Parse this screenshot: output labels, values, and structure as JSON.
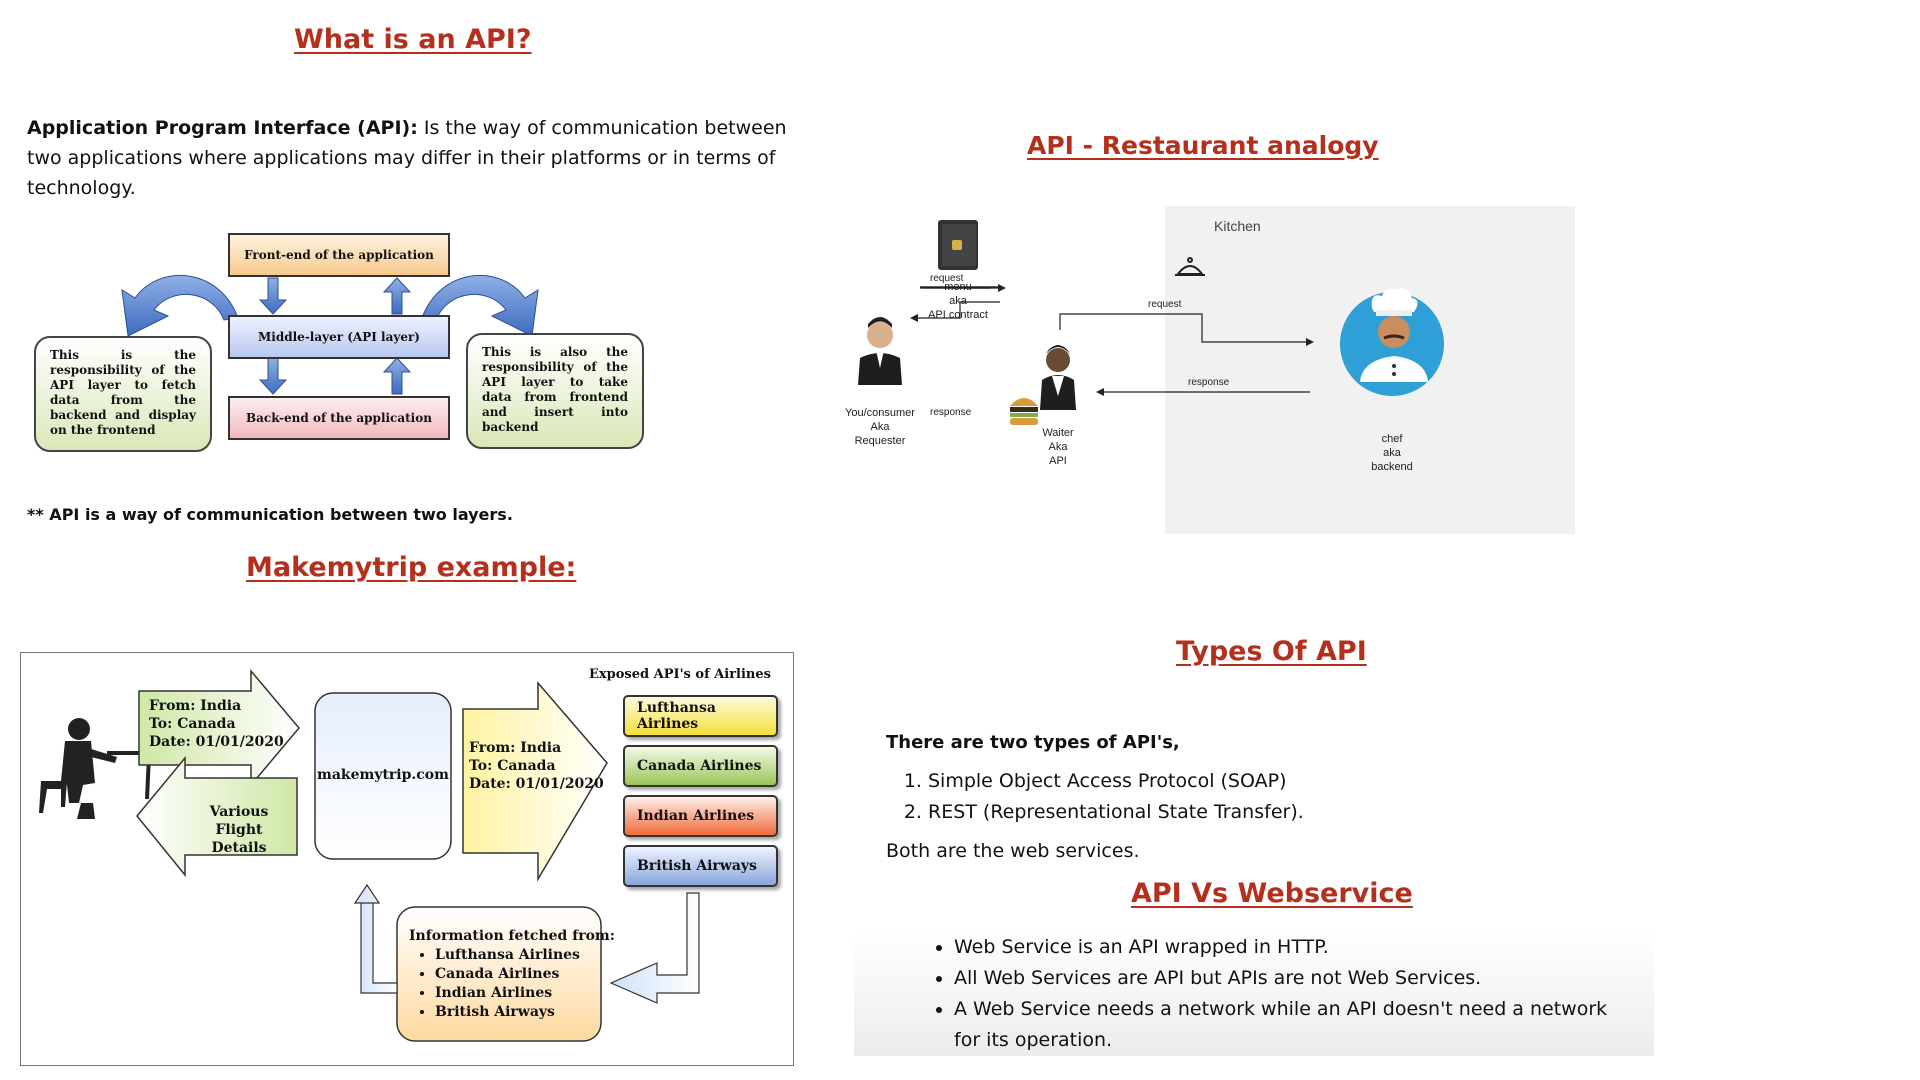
{
  "section1": {
    "title": "What is an API?",
    "def_bold": "Application Program Interface (API):",
    "def_rest": " Is the way of communication between two applications where applications may differ in their platforms or in terms of technology.",
    "front_box": "Front-end of the application",
    "middle_box": "Middle-layer (API layer)",
    "back_box": "Back-end of the application",
    "left_note": "This is the responsibility of the API layer to fetch data from the backend and display on the frontend",
    "right_note": "This is also the responsibility of the API layer to take data from frontend and insert into backend",
    "footnote": "** API is a way of communication between two layers."
  },
  "section2": {
    "title": "Makemytrip example:",
    "request_from": "From: India",
    "request_to": "To: Canada",
    "request_date": "Date: 01/01/2020",
    "response_label": "Various Flight Details",
    "site": "makemytrip.com",
    "exposed_title": "Exposed API's of Airlines",
    "airlines": [
      "Lufthansa Airlines",
      "Canada Airlines",
      "Indian Airlines",
      "British Airways"
    ],
    "airline_colors": [
      "#f4df3a",
      "#9bc45a",
      "#ef6a3c",
      "#8aa6dd"
    ],
    "info_title": "Information fetched from:",
    "info_items": [
      "Lufthansa Airlines",
      "Canada Airlines",
      "Indian Airlines",
      "British Airways"
    ]
  },
  "section3": {
    "title": "API - Restaurant analogy",
    "kitchen": "Kitchen",
    "menu_label": "menu\naka\nAPI contract",
    "consumer_label": "You/consumer\nAka\nRequester",
    "waiter_label": "Waiter\nAka\nAPI",
    "chef_label": "chef\naka\nbackend",
    "request1": "request",
    "response1": "response",
    "request2": "request",
    "response2": "response"
  },
  "section4": {
    "title": "Types Of API",
    "intro": "There are two types of API's,",
    "types": [
      "Simple Object Access Protocol (SOAP)",
      "REST (Representational State Transfer)."
    ],
    "outro": "Both are the web services."
  },
  "section5": {
    "title": "API Vs Webservice",
    "points": [
      "Web Service is an API wrapped in HTTP.",
      "All Web Services are API but APIs are not Web Services.",
      "A Web Service needs a network while an API doesn't need a network for its operation."
    ]
  }
}
